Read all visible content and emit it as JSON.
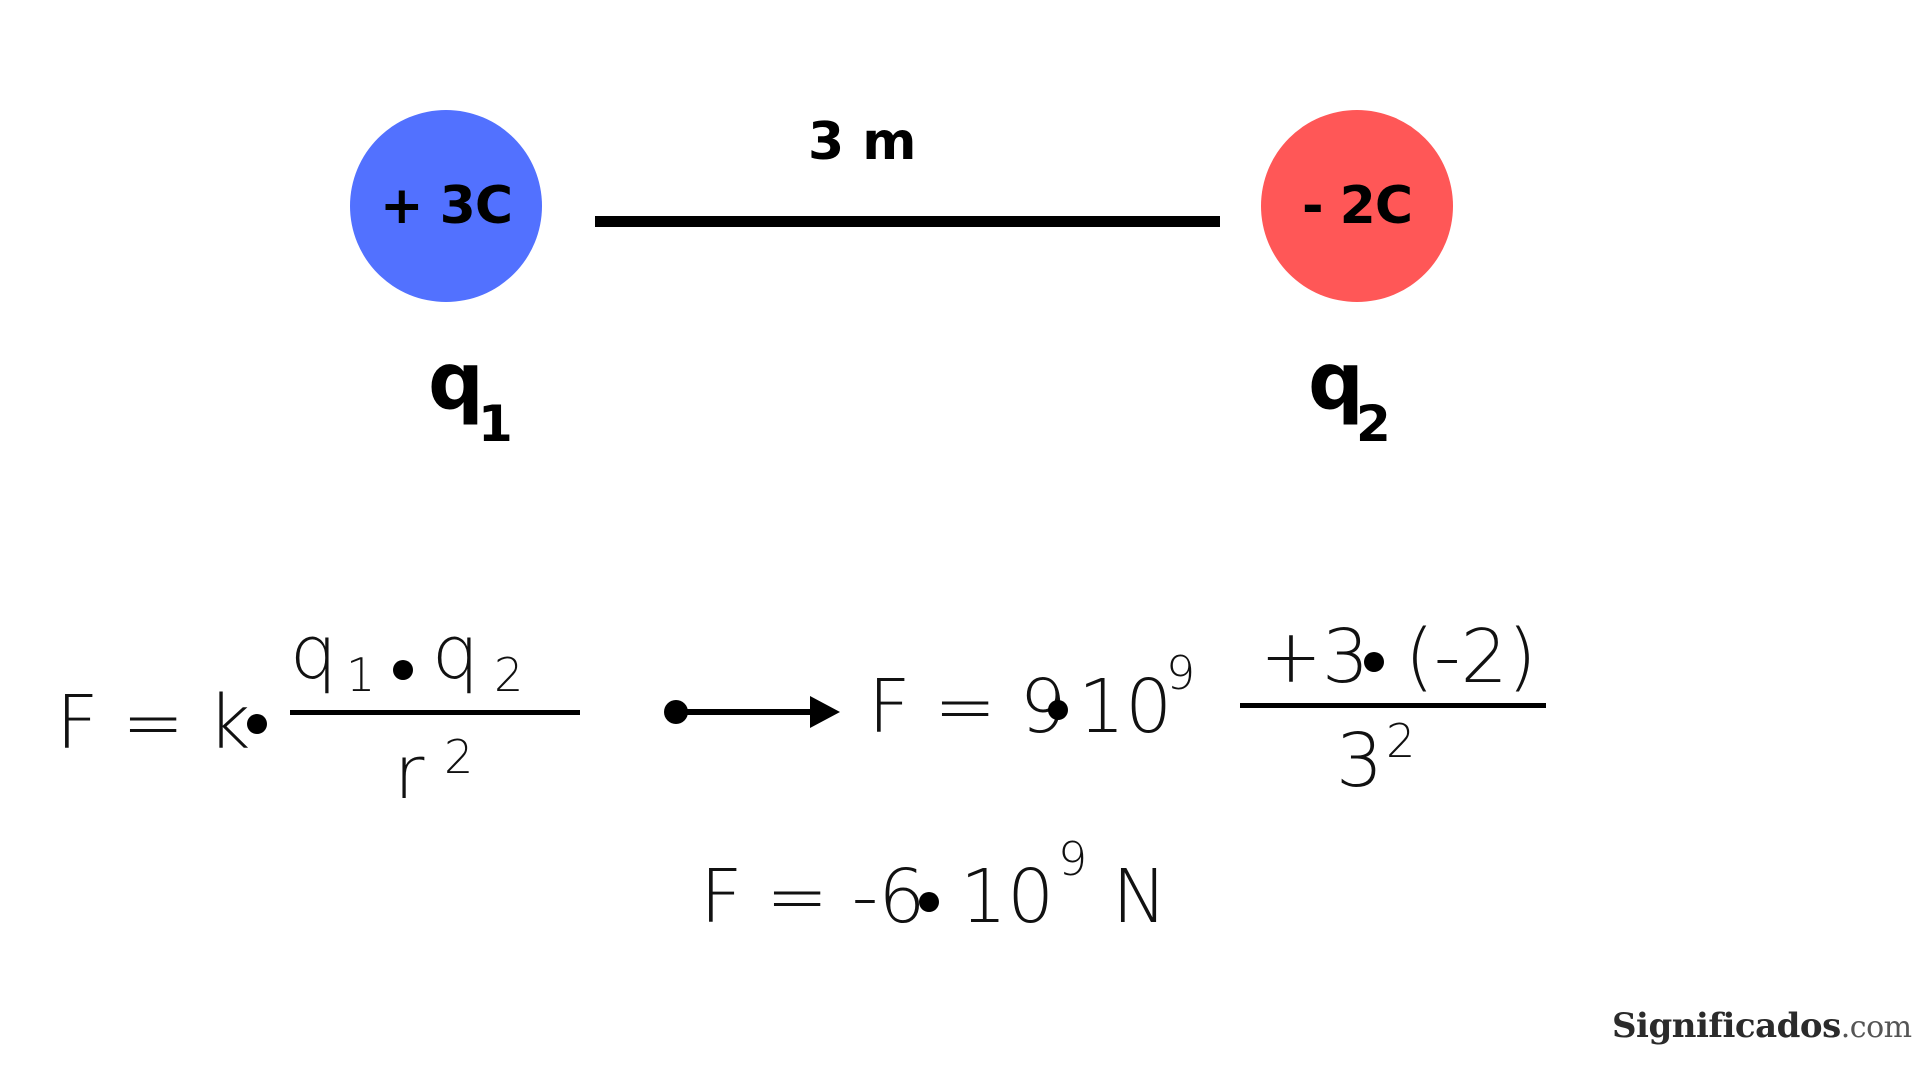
{
  "charges": {
    "q1": {
      "value": "+ 3C",
      "name": "q",
      "subscript": "1",
      "color": "#5271ff"
    },
    "q2": {
      "value": "- 2C",
      "name": "q",
      "subscript": "2",
      "color": "#ff5757"
    }
  },
  "distance": {
    "label": "3 m"
  },
  "formula": {
    "lhs": "F = k",
    "numerator_q1": "q",
    "numerator_q1_sub": "1",
    "numerator_q2": "q",
    "numerator_q2_sub": "2",
    "denominator": "r",
    "denominator_exp": "2"
  },
  "substitution": {
    "lhs": "F = 9",
    "base": "10",
    "exponent": "9",
    "numerator_a": "+3",
    "numerator_b": "(-2)",
    "denominator_base": "3",
    "denominator_exp": "2"
  },
  "result": {
    "lhs": "F = -6",
    "base": "10",
    "exponent": "9",
    "unit": "N"
  },
  "watermark": {
    "name": "Significados",
    "tld": ".com"
  }
}
